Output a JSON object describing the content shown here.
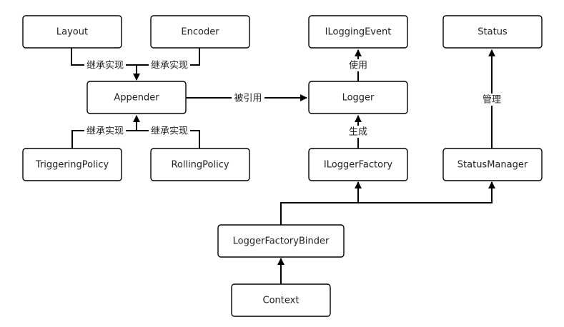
{
  "nodes": {
    "layout": "Layout",
    "encoder": "Encoder",
    "appender": "Appender",
    "triggering_policy": "TriggeringPolicy",
    "rolling_policy": "RollingPolicy",
    "ilogging_event": "ILoggingEvent",
    "logger": "Logger",
    "ilogger_factory": "ILoggerFactory",
    "status": "Status",
    "status_manager": "StatusManager",
    "logger_factory_binder": "LoggerFactoryBinder",
    "context": "Context"
  },
  "edges": {
    "layout_appender": "继承实现",
    "encoder_appender": "继承实现",
    "triggering_appender": "继承实现",
    "rolling_appender": "继承实现",
    "appender_logger": "被引用",
    "logger_event": "使用",
    "factory_logger": "生成",
    "statusmanager_status": "管理"
  }
}
